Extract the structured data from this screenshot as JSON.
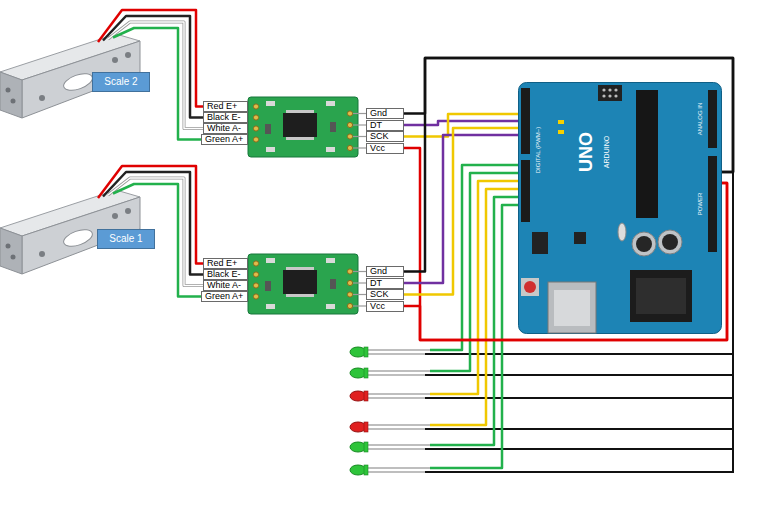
{
  "diagram": {
    "nodes": [
      {
        "text": [
          "Scale 2"
        ]
      },
      {
        "text": [
          "Red E+"
        ]
      },
      {
        "text": [
          "Black E-"
        ]
      },
      {
        "text": [
          "White A-"
        ]
      },
      {
        "text": [
          "Green A+"
        ]
      },
      {
        "text": [
          "Gnd"
        ]
      },
      {
        "text": [
          "DT"
        ]
      },
      {
        "text": [
          "SCK"
        ]
      },
      {
        "text": [
          "Vcc"
        ]
      },
      {
        "text": [
          "UNO",
          "ARDUINO"
        ]
      },
      {
        "text": [
          "Scale 1"
        ]
      },
      {
        "text": [
          "Red E+"
        ]
      },
      {
        "text": [
          "Black E-"
        ]
      },
      {
        "text": [
          "White A-"
        ]
      },
      {
        "text": [
          "Green A+"
        ]
      },
      {
        "text": [
          "Gnd"
        ]
      },
      {
        "text": [
          "DT"
        ]
      },
      {
        "text": [
          "SCK"
        ]
      },
      {
        "text": [
          "Vcc"
        ]
      }
    ],
    "edges": [
      {
        "from": 5,
        "to": 9,
        "arrow": "none"
      },
      {
        "from": 6,
        "to": 9,
        "arrow": "none"
      },
      {
        "from": 7,
        "to": 9,
        "arrow": "none"
      },
      {
        "from": 8,
        "to": 9,
        "arrow": "none"
      },
      {
        "from": 15,
        "to": 9,
        "arrow": "none"
      },
      {
        "from": 16,
        "to": 9,
        "arrow": "none"
      },
      {
        "from": 17,
        "to": 9,
        "arrow": "none"
      },
      {
        "from": 18,
        "to": 9,
        "arrow": "none"
      }
    ],
    "labels": [
      "DIGITAL (PWM~)",
      "ANALOG IN",
      "POWER"
    ]
  }
}
